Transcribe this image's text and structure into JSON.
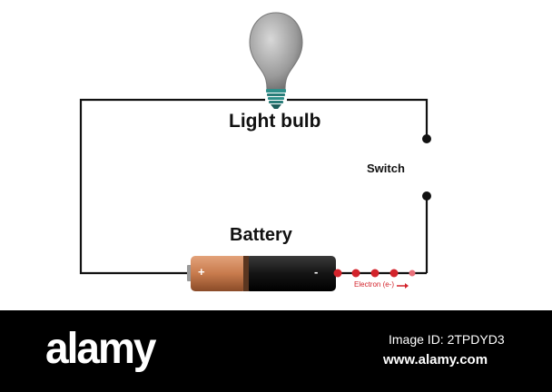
{
  "diagram": {
    "labels": {
      "light_bulb": "Light bulb",
      "switch": "Switch",
      "battery": "Battery",
      "electron": "Electron (e-)"
    },
    "battery_terminals": {
      "positive": "+",
      "negative": "-"
    },
    "colors": {
      "wire": "#111111",
      "electron": "#d3232b",
      "battery_copper": "#c87b4d",
      "battery_black": "#1a1a1a",
      "bulb_glass": "#9a9a9a",
      "bulb_base": "#2f8f8a"
    }
  },
  "watermark": {
    "brand": "alamy",
    "image_id": "Image ID: 2TPDYD3",
    "url": "www.alamy.com"
  }
}
